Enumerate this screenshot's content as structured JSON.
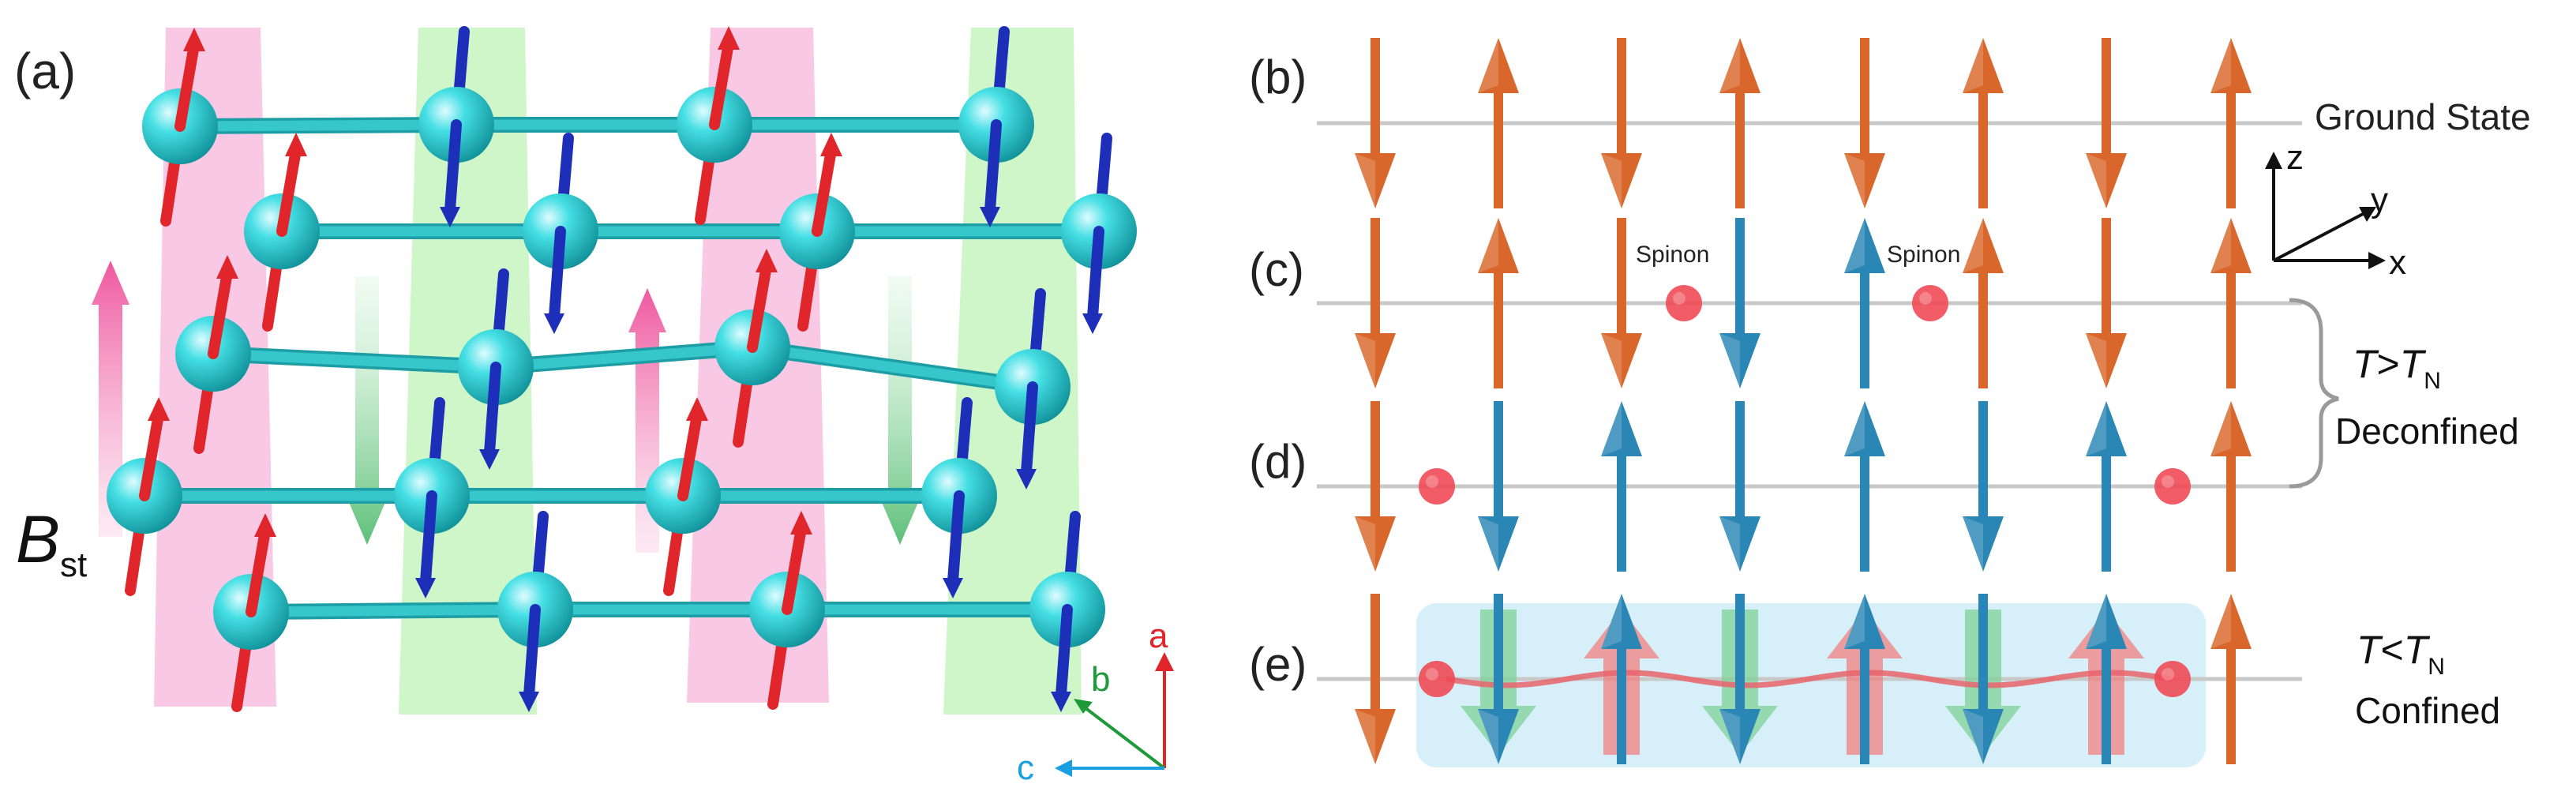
{
  "panel_a": {
    "label": "(a)",
    "field_label": "B",
    "field_subscript": "st",
    "axes": {
      "a": "a",
      "b": "b",
      "c": "c"
    },
    "colors": {
      "atom": "#2fd3d8",
      "bond": "#35c7cc",
      "spin_up": "#e0262b",
      "spin_down": "#1d2fb8",
      "plane_pink": "#f39bd0",
      "plane_green": "#a6ee9a",
      "axis_a": "#e0262b",
      "axis_b": "#1e9a3a",
      "axis_c": "#1aa0e0"
    }
  },
  "panel_b": {
    "label": "(b)",
    "caption": "Ground State"
  },
  "panel_c": {
    "label": "(c)",
    "spinon_1": "Spinon",
    "spinon_2": "Spinon"
  },
  "panel_d": {
    "label": "(d)"
  },
  "panel_e": {
    "label": "(e)"
  },
  "bracket_cd": {
    "t_label": "T",
    "gt": ">",
    "tn_label": "T",
    "tn_sub": "N",
    "caption": "Deconfined"
  },
  "bracket_e": {
    "t_label": "T",
    "lt": "<",
    "tn_label": "T",
    "tn_sub": "N",
    "caption": "Confined"
  },
  "coord": {
    "z": "z",
    "y": "y",
    "x": "x"
  },
  "colors": {
    "orange": "#d9662a",
    "blue": "#2a86b4",
    "spinon": "#ef4a55",
    "line": "#c8c8c8",
    "confine_box": "#d7eff8",
    "red_big": "#f08080",
    "green_big": "#7fd19a"
  },
  "rows": {
    "b": [
      "dn",
      "up",
      "dn",
      "up",
      "dn",
      "up",
      "dn",
      "up"
    ],
    "c": [
      "dn",
      "up",
      "dn",
      "BLdn",
      "BLup",
      "up",
      "dn",
      "up"
    ],
    "d": [
      "dn",
      "BLdn",
      "BLup",
      "BLdn",
      "BLup",
      "BLdn",
      "BLup",
      "up"
    ],
    "e": [
      "dn",
      "BLdn",
      "BLup",
      "BLdn",
      "BLup",
      "BLdn",
      "BLup",
      "up"
    ]
  }
}
